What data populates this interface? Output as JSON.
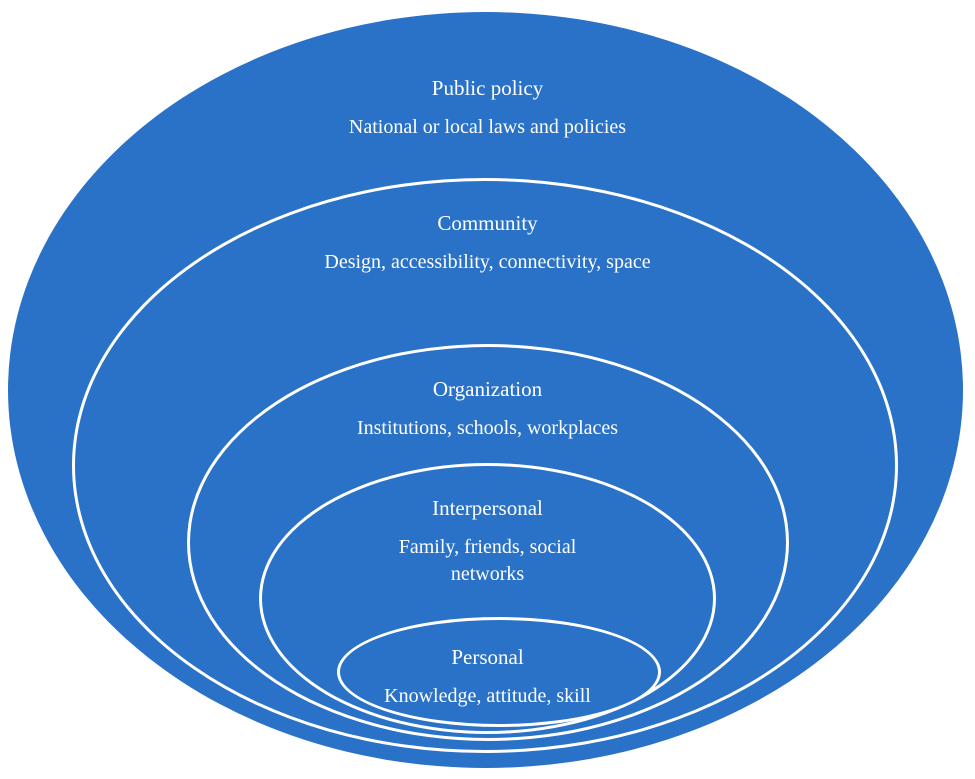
{
  "diagram": {
    "type": "nested-ellipse-socio-ecological-model",
    "colors": {
      "fill": "#2a72c8",
      "outline": "#ffffff",
      "text": "#ffffff"
    },
    "levels": [
      {
        "title": "Public policy",
        "subtitle": "National or local laws and policies"
      },
      {
        "title": "Community",
        "subtitle": "Design, accessibility, connectivity, space"
      },
      {
        "title": "Organization",
        "subtitle": "Institutions, schools, workplaces"
      },
      {
        "title": "Interpersonal",
        "subtitle": "Family, friends, social networks"
      },
      {
        "title": "Personal",
        "subtitle": "Knowledge, attitude, skill"
      }
    ]
  }
}
